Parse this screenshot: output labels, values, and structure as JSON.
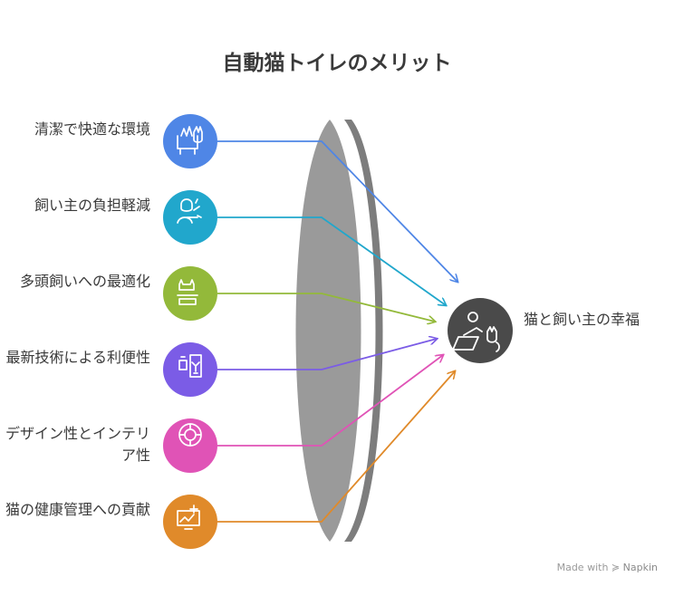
{
  "title": "自動猫トイレのメリット",
  "benefits": [
    {
      "label": "清潔で快適な環境",
      "color": "#4f86e6",
      "icon": "cat-litter-icon"
    },
    {
      "label": "飼い主の負担軽減",
      "color": "#21a7cc",
      "icon": "person-relief-icon"
    },
    {
      "label": "多頭飼いへの最適化",
      "color": "#93b93a",
      "icon": "multi-cat-icon"
    },
    {
      "label": "最新技術による利便性",
      "color": "#7b5ce6",
      "icon": "smartphone-control-icon"
    },
    {
      "label": "デザイン性とインテリア性",
      "color": "#e053b6",
      "icon": "design-circle-icon"
    },
    {
      "label": "猫の健康管理への貢献",
      "color": "#e08a2a",
      "icon": "health-monitor-icon"
    }
  ],
  "result": {
    "label": "猫と飼い主の幸福",
    "color": "#4a4a4a",
    "icon": "owner-and-cat-icon"
  },
  "lens_color": "#9a9a9a",
  "watermark": {
    "prefix": "Made with",
    "brand": "Napkin"
  }
}
